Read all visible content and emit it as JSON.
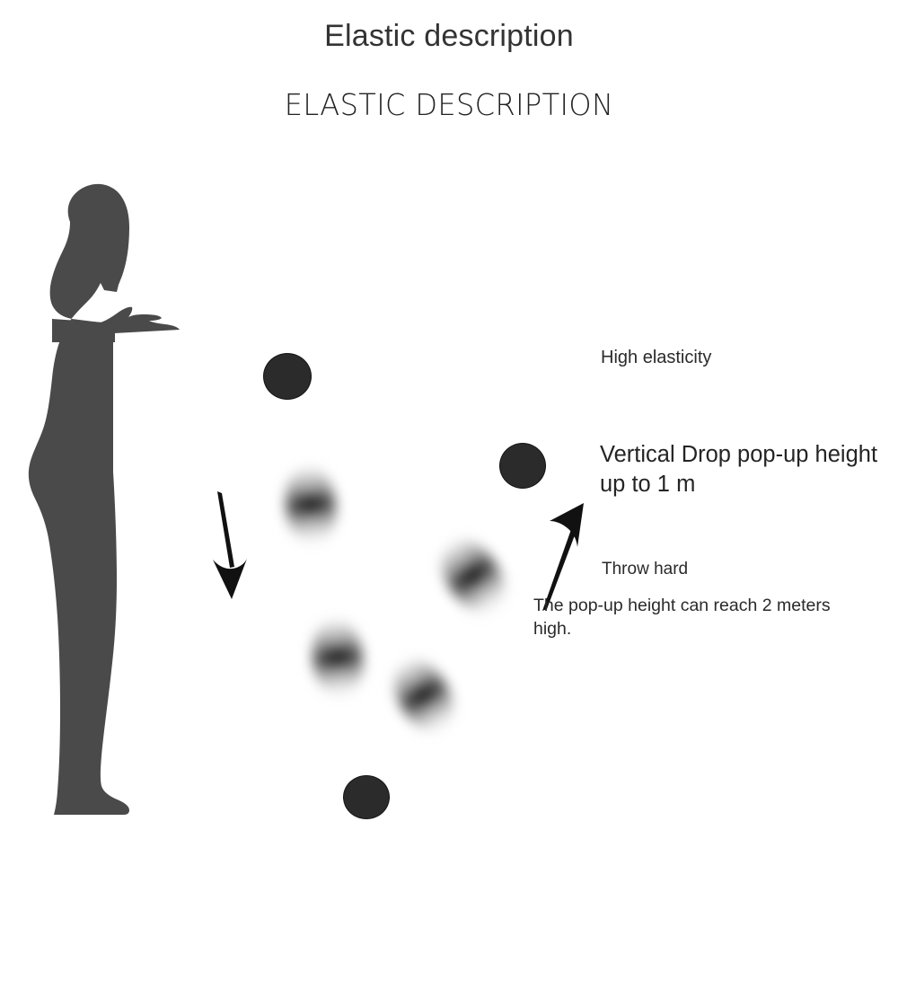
{
  "page": {
    "title": "Elastic description",
    "subtitle": "ELASTIC DESCRIPTION",
    "background_color": "#ffffff",
    "text_color": "#333333"
  },
  "illustration": {
    "figure": {
      "name": "person-silhouette",
      "color": "#4a4a4a",
      "pose": "standing side view, right arm extended forward dropping a ball"
    },
    "balls": [
      {
        "id": "ball-hand",
        "state": "at-rest-in-hand",
        "color": "#2b2b2b"
      },
      {
        "id": "ball-right",
        "state": "at-rest-rebound-peak",
        "color": "#2b2b2b"
      },
      {
        "id": "ball-bottom",
        "state": "at-rest-ground",
        "color": "#2b2b2b"
      }
    ],
    "motion_balls": [
      {
        "id": "motion-ball-1",
        "phase": "falling"
      },
      {
        "id": "motion-ball-2",
        "phase": "rebounding"
      },
      {
        "id": "motion-ball-3",
        "phase": "falling"
      },
      {
        "id": "motion-ball-4",
        "phase": "rebounding"
      }
    ],
    "arrows": [
      {
        "id": "arrow-down",
        "direction": "down",
        "meaning": "drop"
      },
      {
        "id": "arrow-up",
        "direction": "up-right",
        "meaning": "bounce up"
      }
    ]
  },
  "annotations": {
    "high_elasticity": "High elasticity",
    "vertical_drop": "Vertical Drop pop-up height up to 1 m",
    "throw_hard": "Throw hard",
    "popup_height": "The pop-up height can reach 2 meters high."
  }
}
